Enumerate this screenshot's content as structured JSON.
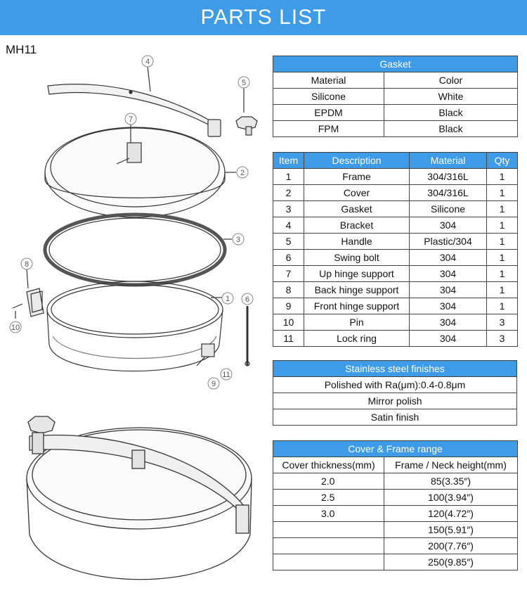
{
  "banner": {
    "title": "PARTS LIST"
  },
  "model": "MH11",
  "callouts": [
    "1",
    "2",
    "3",
    "4",
    "5",
    "6",
    "7",
    "8",
    "9",
    "10",
    "11"
  ],
  "gasket": {
    "title": "Gasket",
    "headers": [
      "Material",
      "Color"
    ],
    "rows": [
      [
        "Silicone",
        "White"
      ],
      [
        "EPDM",
        "Black"
      ],
      [
        "FPM",
        "Black"
      ]
    ]
  },
  "parts": {
    "headers": [
      "Item",
      "Description",
      "Material",
      "Qty"
    ],
    "rows": [
      [
        "1",
        "Frame",
        "304/316L",
        "1"
      ],
      [
        "2",
        "Cover",
        "304/316L",
        "1"
      ],
      [
        "3",
        "Gasket",
        "Silicone",
        "1"
      ],
      [
        "4",
        "Bracket",
        "304",
        "1"
      ],
      [
        "5",
        "Handle",
        "Plastic/304",
        "1"
      ],
      [
        "6",
        "Swing bolt",
        "304",
        "1"
      ],
      [
        "7",
        "Up hinge support",
        "304",
        "1"
      ],
      [
        "8",
        "Back hinge support",
        "304",
        "1"
      ],
      [
        "9",
        "Front hinge support",
        "304",
        "1"
      ],
      [
        "10",
        "Pin",
        "304",
        "3"
      ],
      [
        "11",
        "Lock ring",
        "304",
        "3"
      ]
    ]
  },
  "finishes": {
    "title": "Stainless steel finishes",
    "rows": [
      "Polished with Ra(μm):0.4-0.8μm",
      "Mirror polish",
      "Satin finish"
    ]
  },
  "range": {
    "title": "Cover & Frame range",
    "headers": [
      "Cover thickness(mm)",
      "Frame / Neck height(mm)"
    ],
    "rows": [
      [
        "2.0",
        "85(3.35″)"
      ],
      [
        "2.5",
        "100(3.94″)"
      ],
      [
        "3.0",
        "120(4.72″)"
      ],
      [
        "",
        "150(5.91″)"
      ],
      [
        "",
        "200(7.76″)"
      ],
      [
        "",
        "250(9.85″)"
      ]
    ]
  },
  "colors": {
    "accent": "#3e9be8"
  }
}
